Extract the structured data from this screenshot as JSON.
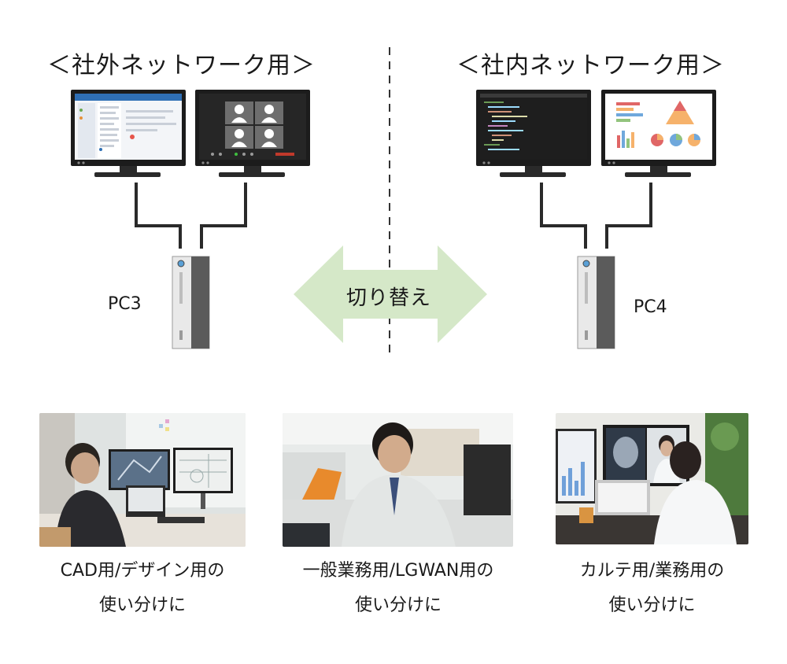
{
  "headings": {
    "left": "＜社外ネットワーク用＞",
    "right": "＜社内ネットワーク用＞"
  },
  "pcs": {
    "left_label": "PC3",
    "right_label": "PC4"
  },
  "switch_label": "切り替え",
  "captions": [
    {
      "line1": "CAD用/デザイン用の",
      "line2": "使い分けに"
    },
    {
      "line1": "一般業務用/LGWAN用の",
      "line2": "使い分けに"
    },
    {
      "line1": "カルテ用/業務用の",
      "line2": "使い分けに"
    }
  ],
  "colors": {
    "arrow_fill": "#d5e8c8",
    "monitor_bezel": "#1c1c1c",
    "cable": "#2a2a2a",
    "tower_body": "#e9e9e9",
    "tower_panel": "#5b5b5b",
    "divider": "#333333"
  },
  "icons": [
    "email-app-screen",
    "video-call-screen",
    "code-editor-screen",
    "analytics-dashboard-screen",
    "desktop-tower-icon",
    "double-arrow-icon"
  ]
}
